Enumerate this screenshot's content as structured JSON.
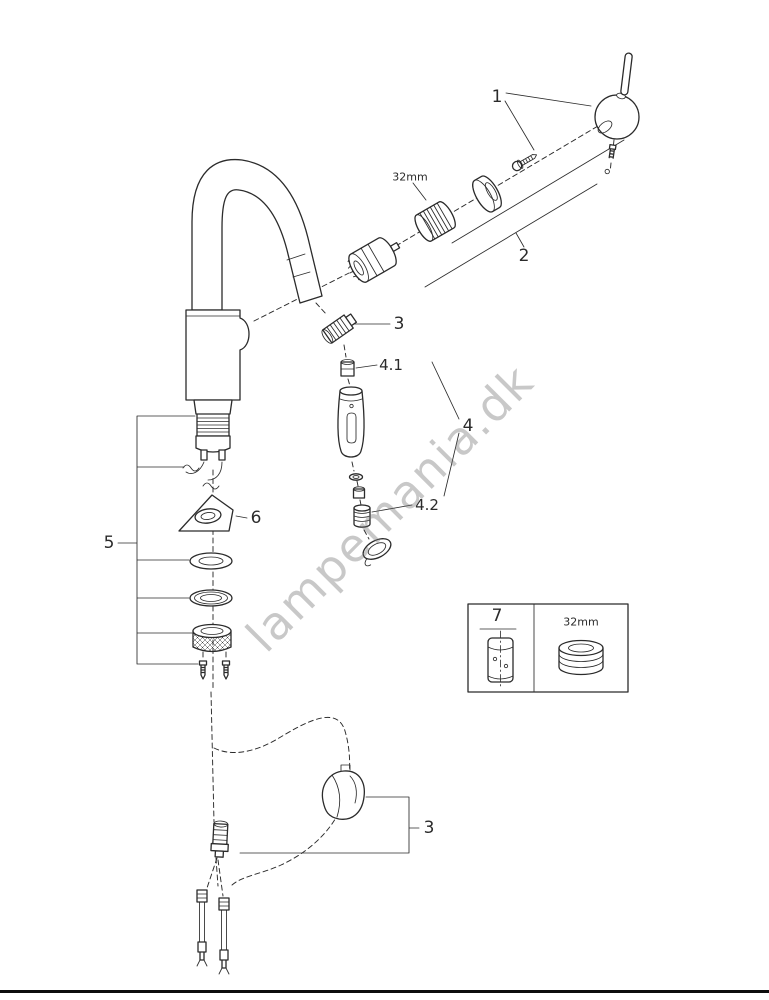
{
  "watermark": {
    "text": "lampemania.dk"
  },
  "colors": {
    "ink": "#2b2b2b"
  },
  "callouts": {
    "handle": "1",
    "cartridge_kit": "2",
    "hose_upper": "3",
    "spray_head_group": "4",
    "spray_adapter": "4.1",
    "spray_insert": "4.2",
    "mounting_set": "5",
    "mounting_wedge": "6",
    "service_set": "7",
    "hose_lower": "3"
  },
  "annotations": {
    "wrench_size_top": "32mm",
    "wrench_size_box": "32mm"
  }
}
